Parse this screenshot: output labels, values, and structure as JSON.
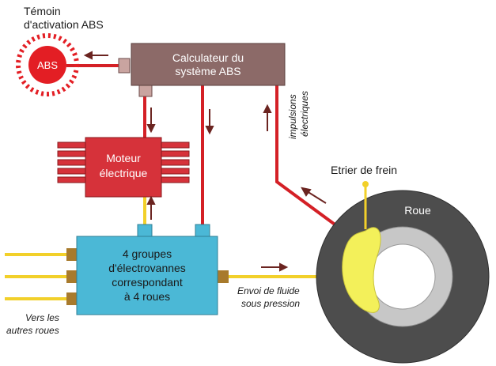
{
  "labels": {
    "abs_lamp_title_1": "Témoin",
    "abs_lamp_title_2": "d'activation ABS",
    "abs_lamp_text": "ABS",
    "ecu_1": "Calculateur du",
    "ecu_2": "système ABS",
    "motor_1": "Moteur",
    "motor_2": "électrique",
    "valves_1": "4 groupes",
    "valves_2": "d'électrovannes",
    "valves_3": "correspondant",
    "valves_4": "à 4 roues",
    "pulses_1": "impulsions",
    "pulses_2": "électriques",
    "caliper": "Etrier de frein",
    "wheel": "Roue",
    "fluid_1": "Envoi de fluide",
    "fluid_2": "sous pression",
    "other_wheels_1": "Vers les",
    "other_wheels_2": "autres roues"
  },
  "colors": {
    "wire_red": "#d42026",
    "lamp_red": "#e31e24",
    "ecu_fill": "#8c6a68",
    "motor_fill": "#d6323a",
    "valve_fill": "#4bb8d6",
    "pipe_yellow": "#f2d02a",
    "connector_brown": "#a87a2c",
    "tire_dark": "#4d4d4d",
    "rim_gray": "#c7c7c7",
    "caliper_yellow": "#f3f05a",
    "arrow_dark": "#6b2420"
  }
}
